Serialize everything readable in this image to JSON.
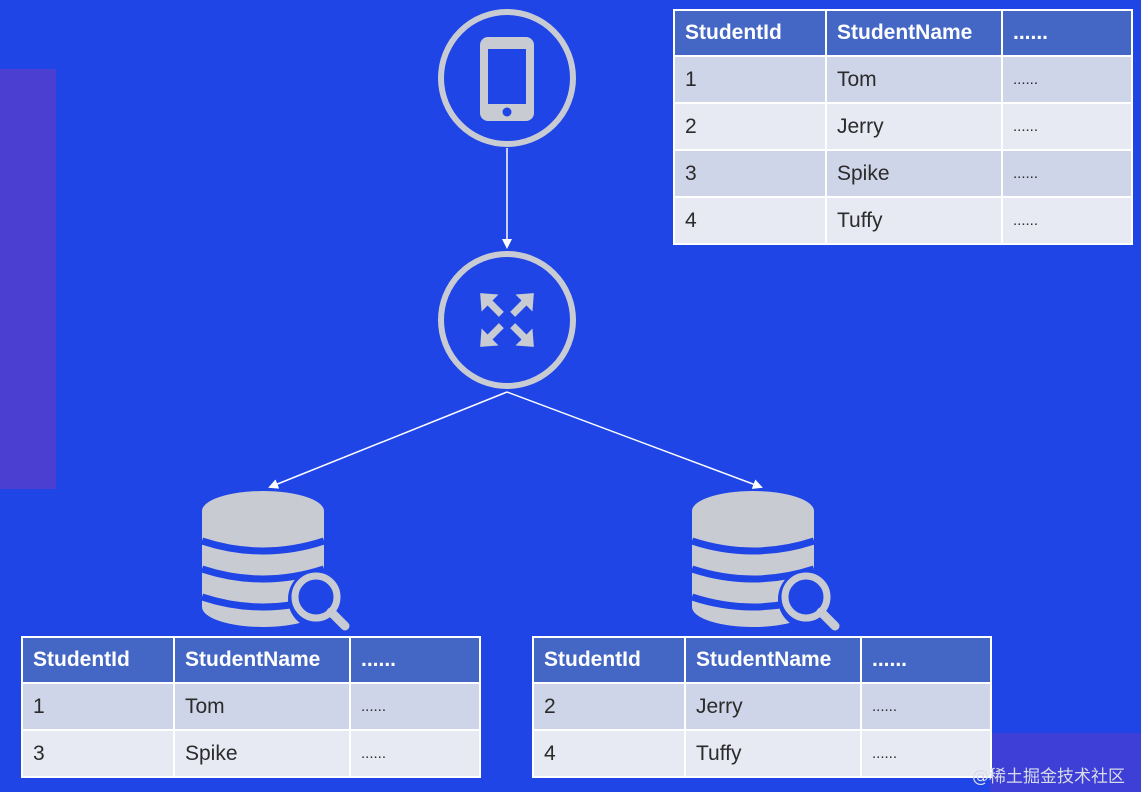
{
  "columns": [
    "StudentId",
    "StudentName",
    "......"
  ],
  "tables": {
    "all_students": [
      [
        "1",
        "Tom",
        "......"
      ],
      [
        "2",
        "Jerry",
        "......"
      ],
      [
        "3",
        "Spike",
        "......"
      ],
      [
        "4",
        "Tuffy",
        "......"
      ]
    ],
    "shard_odd": [
      [
        "1",
        "Tom",
        "......"
      ],
      [
        "3",
        "Spike",
        "......"
      ]
    ],
    "shard_even": [
      [
        "2",
        "Jerry",
        "......"
      ],
      [
        "4",
        "Tuffy",
        "......"
      ]
    ]
  },
  "icons": {
    "client": "phone-icon",
    "router": "expand-arrows-icon",
    "database": "database-search-icon"
  },
  "colors": {
    "background": "#1f45e6",
    "header": "#4467c6",
    "icon": "#c9cbd3"
  },
  "watermark": "@稀土掘金技术社区"
}
